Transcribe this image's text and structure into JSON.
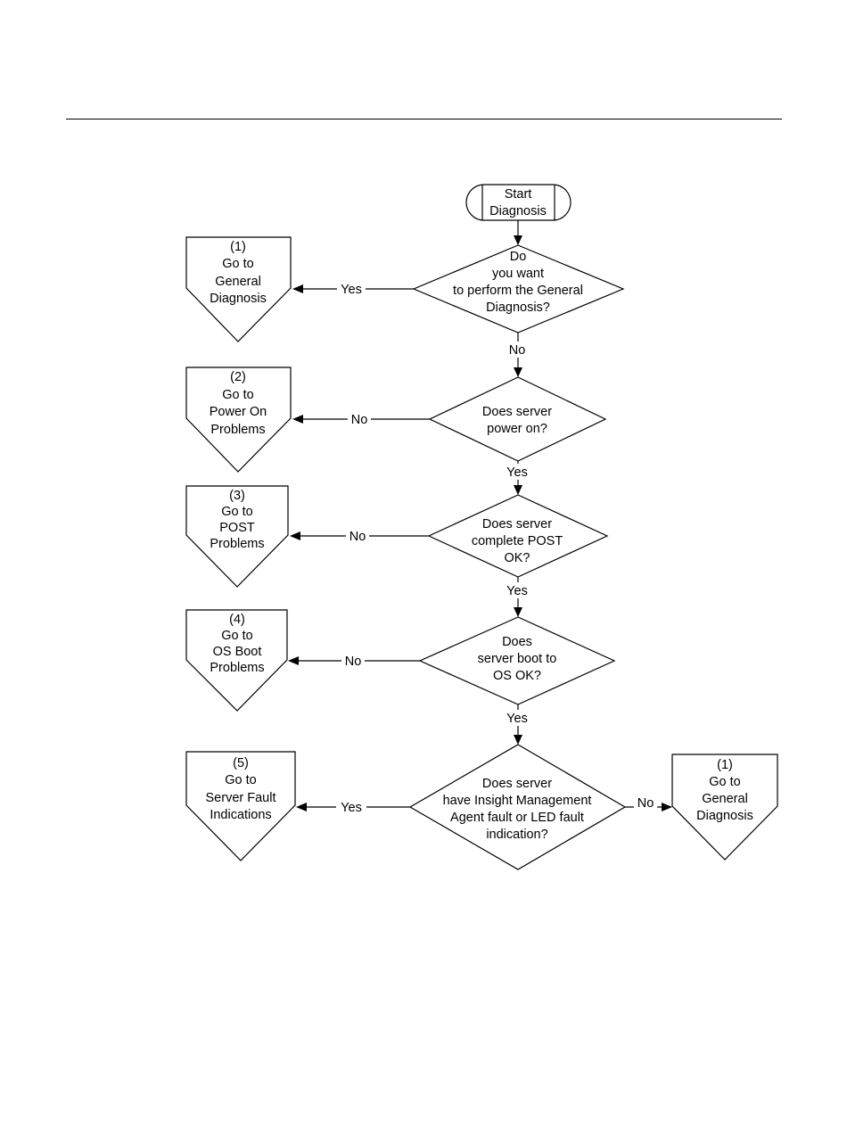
{
  "start": {
    "lines": [
      "Start",
      "Diagnosis"
    ]
  },
  "decisions": [
    {
      "lines": [
        "Do",
        "you want",
        "to perform the General",
        "Diagnosis?"
      ]
    },
    {
      "lines": [
        "Does server",
        "power on?"
      ]
    },
    {
      "lines": [
        "Does server",
        "complete POST",
        "OK?"
      ]
    },
    {
      "lines": [
        "Does",
        "server boot to",
        "OS OK?"
      ]
    },
    {
      "lines": [
        "Does server",
        "have Insight Management",
        "Agent fault or LED fault",
        "indication?"
      ]
    }
  ],
  "connectors": [
    {
      "lines": [
        "(1)",
        "Go to",
        "General",
        "Diagnosis"
      ]
    },
    {
      "lines": [
        "(2)",
        "Go to",
        "Power On",
        "Problems"
      ]
    },
    {
      "lines": [
        "(3)",
        "Go to",
        "POST",
        "Problems"
      ]
    },
    {
      "lines": [
        "(4)",
        "Go to",
        "OS Boot",
        "Problems"
      ]
    },
    {
      "lines": [
        "(5)",
        "Go to",
        "Server Fault",
        "Indications"
      ]
    },
    {
      "lines": [
        "(1)",
        "Go to",
        "General",
        "Diagnosis"
      ]
    }
  ],
  "edge_labels": {
    "d1_yes": "Yes",
    "d1_no": "No",
    "d2_no": "No",
    "d2_yes": "Yes",
    "d3_no": "No",
    "d3_yes": "Yes",
    "d4_no": "No",
    "d4_yes": "Yes",
    "d5_yes": "Yes",
    "d5_no": "No"
  }
}
